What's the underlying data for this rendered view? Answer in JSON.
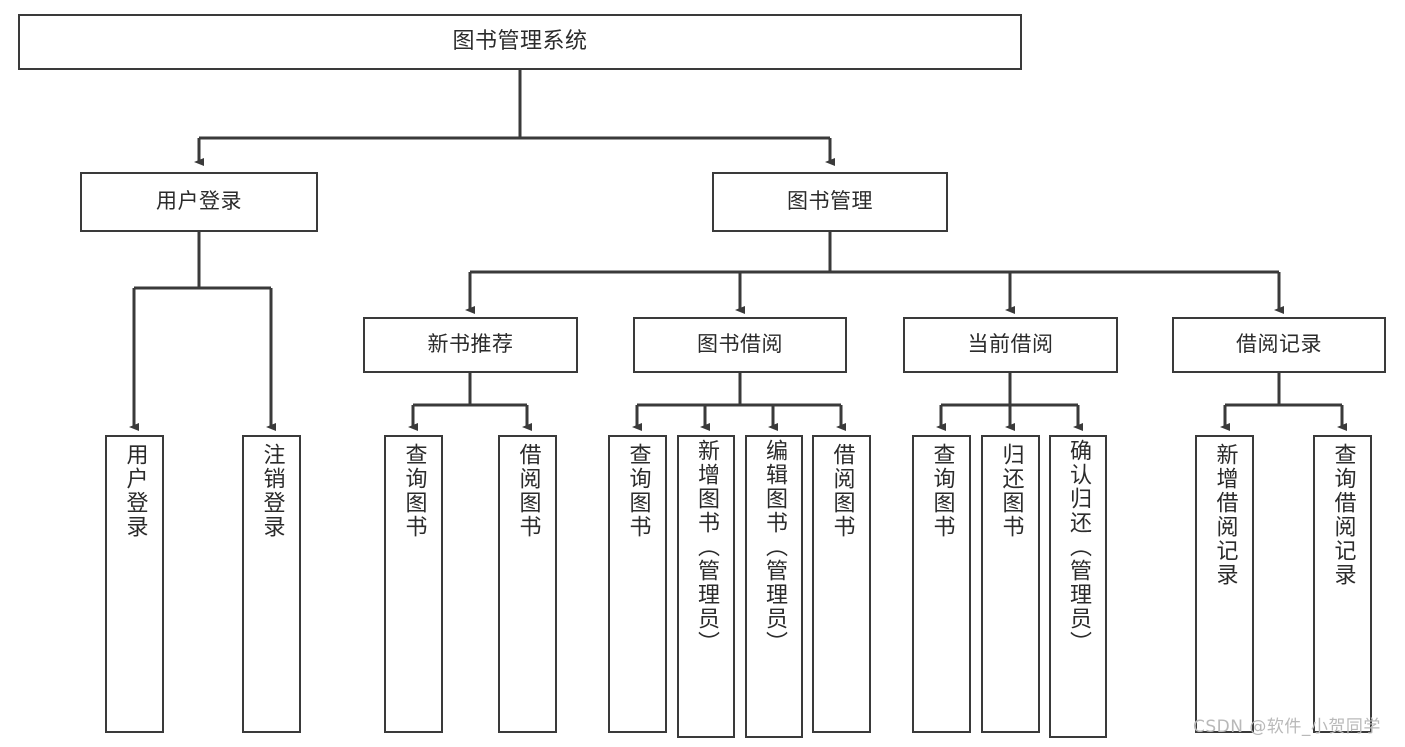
{
  "diagram": {
    "title": "图书管理系统",
    "type": "功能结构图",
    "watermark": "CSDN @软件_小贺同学",
    "stroke_color": "#3a3a3a",
    "text_color": "#2b2b2b",
    "background_color": "#ffffff",
    "watermark_color": "#b9b9b9"
  },
  "nodes": {
    "root": {
      "label": "图书管理系统"
    },
    "level2": [
      {
        "id": "user-login",
        "label": "用户登录"
      },
      {
        "id": "book-management",
        "label": "图书管理"
      }
    ],
    "level3": [
      {
        "id": "new-book-recommend",
        "label": "新书推荐"
      },
      {
        "id": "book-borrow",
        "label": "图书借阅"
      },
      {
        "id": "current-borrow",
        "label": "当前借阅"
      },
      {
        "id": "borrow-record",
        "label": "借阅记录"
      }
    ],
    "leaves": [
      {
        "id": "leaf-user-login",
        "label": "用户登录",
        "parent": "user-login"
      },
      {
        "id": "leaf-user-logout",
        "label": "注销登录",
        "parent": "user-login"
      },
      {
        "id": "leaf-query-book-1",
        "label": "查询图书",
        "parent": "new-book-recommend"
      },
      {
        "id": "leaf-borrow-book-1",
        "label": "借阅图书",
        "parent": "new-book-recommend"
      },
      {
        "id": "leaf-query-book-2",
        "label": "查询图书",
        "parent": "book-borrow"
      },
      {
        "id": "leaf-add-book",
        "label": "新增图书（管理员）",
        "parent": "book-borrow"
      },
      {
        "id": "leaf-edit-book",
        "label": "编辑图书（管理员）",
        "parent": "book-borrow"
      },
      {
        "id": "leaf-borrow-book-2",
        "label": "借阅图书",
        "parent": "book-borrow"
      },
      {
        "id": "leaf-query-book-3",
        "label": "查询图书",
        "parent": "current-borrow"
      },
      {
        "id": "leaf-return-book",
        "label": "归还图书",
        "parent": "current-borrow"
      },
      {
        "id": "leaf-confirm-return",
        "label": "确认归还（管理员）",
        "parent": "current-borrow"
      },
      {
        "id": "leaf-add-record",
        "label": "新增借阅记录",
        "parent": "borrow-record"
      },
      {
        "id": "leaf-query-record",
        "label": "查询借阅记录",
        "parent": "borrow-record"
      }
    ]
  }
}
